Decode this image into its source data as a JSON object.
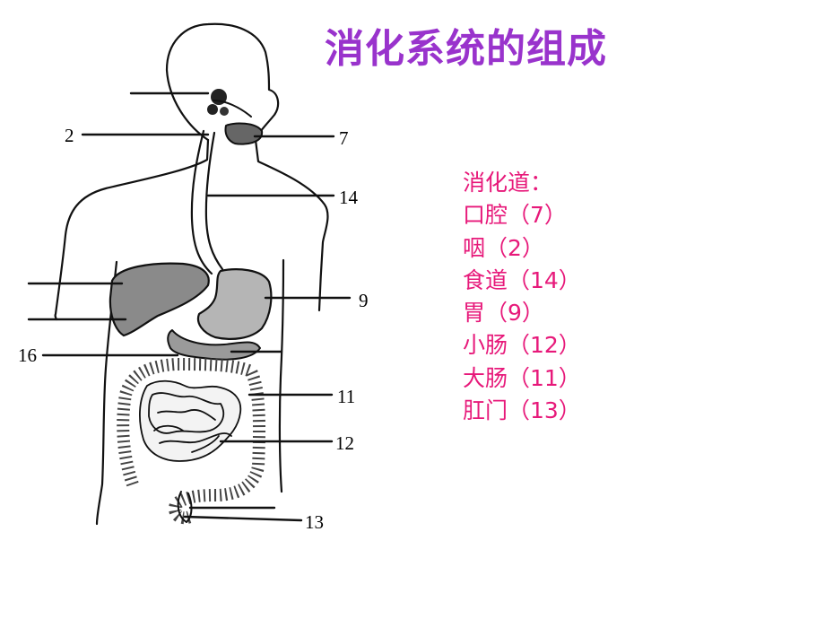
{
  "title": "消化系统的组成",
  "labels": {
    "l2": "2",
    "l7": "7",
    "l14": "14",
    "l9": "9",
    "l16": "16",
    "l11": "11",
    "l12": "12",
    "l13": "13"
  },
  "legend": {
    "heading": "消化道：",
    "items": [
      "口腔（7）",
      "咽（2）",
      "食道（14）",
      "胃（9）",
      "小肠（12）",
      "大肠（11）",
      "肛门（13）"
    ]
  },
  "colors": {
    "title": "#9933CC",
    "legend": "#E7197A"
  }
}
